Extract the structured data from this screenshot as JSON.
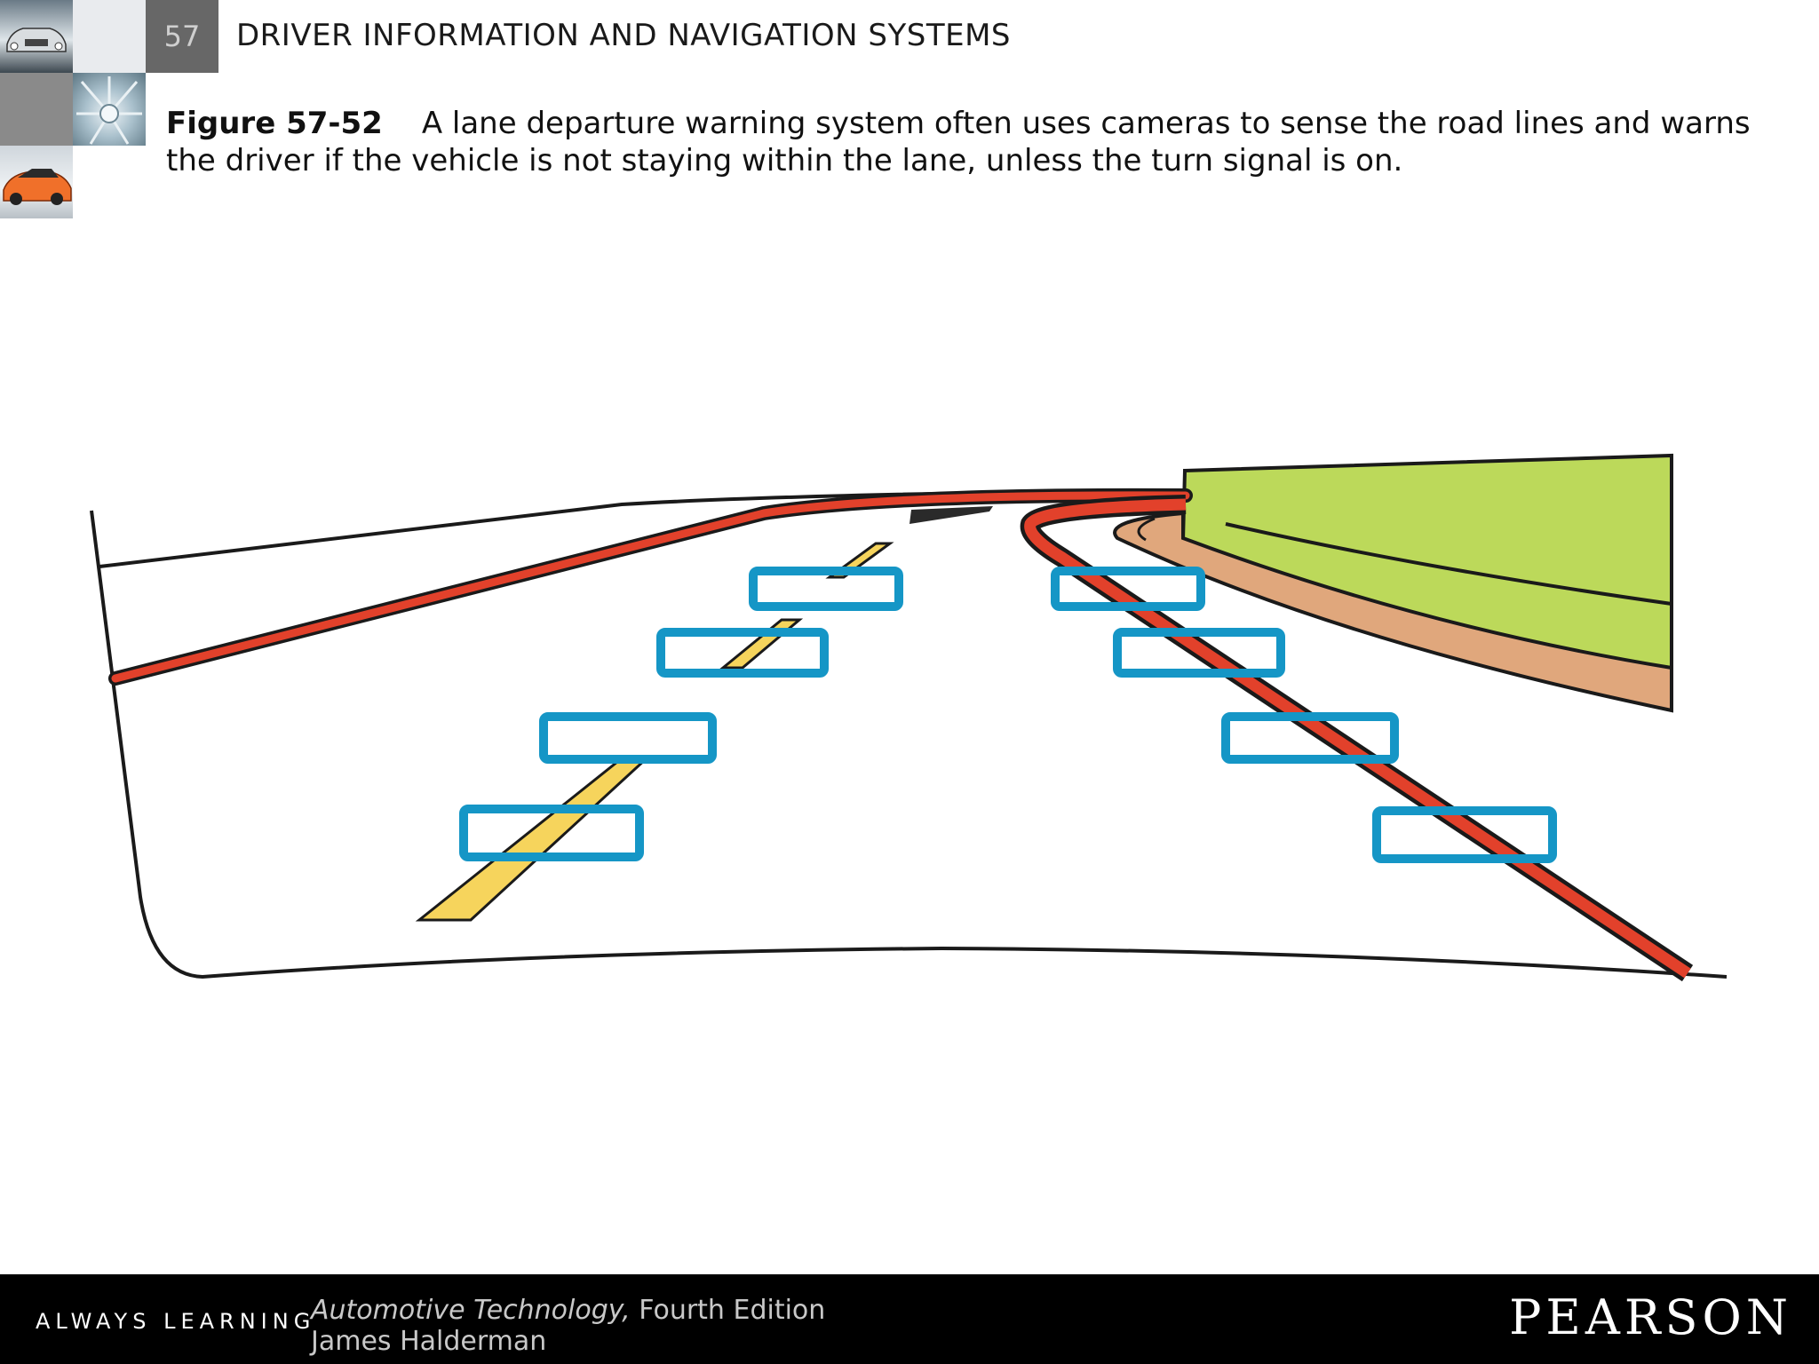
{
  "header": {
    "chapter_number": "57",
    "chapter_title": "DRIVER INFORMATION AND NAVIGATION SYSTEMS"
  },
  "caption": {
    "figure_label": "Figure 57-52",
    "text": "A lane departure warning system often uses cameras to sense the road lines and warns the driver if the vehicle is not staying within the lane, unless the turn signal is on."
  },
  "colors": {
    "lane_line_red": "#e2412b",
    "dash_yellow": "#f6d45c",
    "sensor_box_blue": "#1596c6",
    "grass_green": "#bcd95a",
    "shoulder_tan": "#e0a77c",
    "outline": "#1a1a1a"
  },
  "icons": {
    "tile_1": "car-photo-icon",
    "tile_2": "turbine-photo-icon",
    "tile_3": "sports-car-photo-icon"
  },
  "footer": {
    "tagline": "ALWAYS LEARNING",
    "book_title": "Automotive Technology,",
    "book_edition": "Fourth Edition",
    "book_author": "James Halderman",
    "publisher": "PEARSON"
  }
}
